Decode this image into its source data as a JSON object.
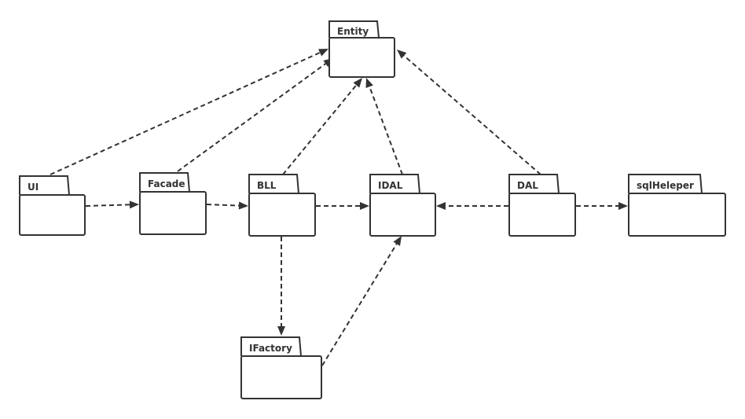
{
  "diagram": {
    "packages": [
      {
        "id": "entity",
        "label": "Entity"
      },
      {
        "id": "ui",
        "label": "UI"
      },
      {
        "id": "facade",
        "label": "Facade"
      },
      {
        "id": "bll",
        "label": "BLL"
      },
      {
        "id": "idal",
        "label": "IDAL"
      },
      {
        "id": "dal",
        "label": "DAL"
      },
      {
        "id": "sqlheleper",
        "label": "sqlHeleper"
      },
      {
        "id": "ifactory",
        "label": "IFactory"
      }
    ],
    "dependencies": [
      {
        "from": "ui",
        "to": "entity"
      },
      {
        "from": "facade",
        "to": "entity"
      },
      {
        "from": "bll",
        "to": "entity"
      },
      {
        "from": "idal",
        "to": "entity"
      },
      {
        "from": "dal",
        "to": "entity"
      },
      {
        "from": "ui",
        "to": "facade"
      },
      {
        "from": "facade",
        "to": "bll"
      },
      {
        "from": "bll",
        "to": "idal"
      },
      {
        "from": "dal",
        "to": "idal"
      },
      {
        "from": "dal",
        "to": "sqlheleper"
      },
      {
        "from": "bll",
        "to": "ifactory"
      },
      {
        "from": "ifactory",
        "to": "idal"
      }
    ]
  }
}
